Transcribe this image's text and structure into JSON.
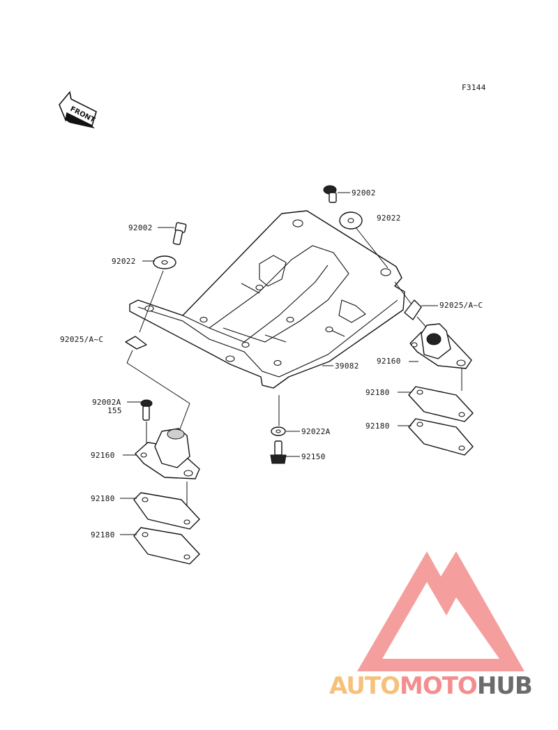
{
  "figure_code": "F3144",
  "front_arrow_text": "FRONT",
  "labels": {
    "bolt_top_right": "92002",
    "washer_top_right": "92022",
    "bolt_top_left": "92002",
    "washer_top_left": "92022",
    "clip_right": "92025/A~C",
    "clip_left": "92025/A~C",
    "bracket": "39082",
    "mount_right": "92160",
    "shim_right_1": "92180",
    "shim_right_2": "92180",
    "bolt_left_a": "92002A",
    "bolt_left_b": "155",
    "washer_bottom": "92022A",
    "bolt_bottom": "92150",
    "mount_left": "92160",
    "shim_left_1": "92180",
    "shim_left_2": "92180"
  },
  "watermark": {
    "part1": "AUTO",
    "part2": "MOTO",
    "part3": "HUB",
    "color1": "#f6c17a",
    "color2": "#f48e8e",
    "color3": "#6b6b6b",
    "logo_color": "#f48e8e"
  }
}
